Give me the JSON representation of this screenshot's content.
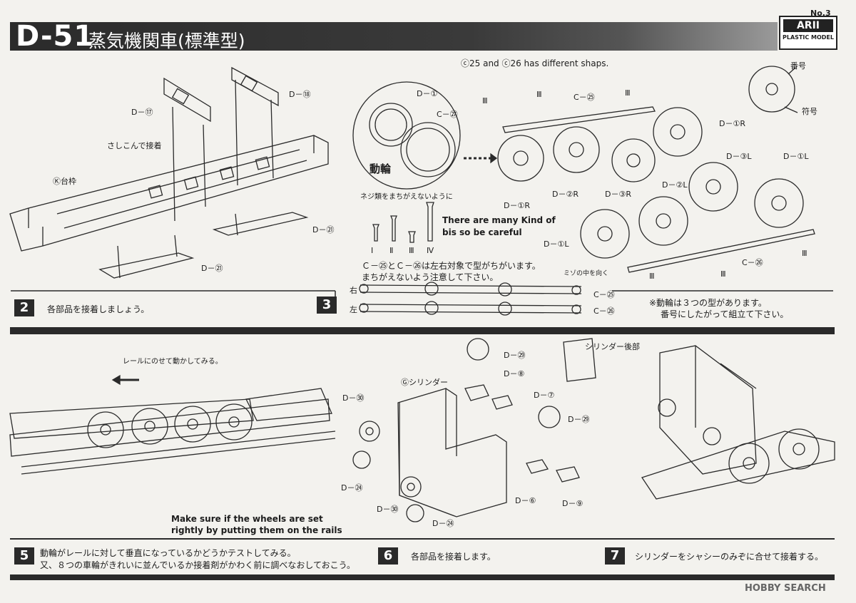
{
  "header": {
    "page_number": "No.3",
    "title_main": "D-51",
    "title_sub": "蒸気機関車(標準型)",
    "brand_top": "ARII",
    "brand_bottom": "PLASTIC MODEL"
  },
  "section_top": {
    "note_diff": "ⓒ25 and ⓒ26 has different shaps.",
    "labels": {
      "d18": "D－⑱",
      "d17": "D－⑰",
      "sashikonde": "さしこんで接着",
      "daiwaku": "Ⓚ台枠",
      "d21a": "D－㉑",
      "d21b": "D－㉑",
      "d1": "D－①",
      "c27": "C－㉗",
      "dorin": "動輪",
      "neji": "ネジ類をまちがえないように",
      "d1r_a": "D－①R",
      "d2r": "D－②R",
      "d3r": "D－③R",
      "d1r_b": "D－①R",
      "d3l": "D－③L",
      "d2l": "D－②L",
      "d1l_a": "D－①L",
      "d1l_b": "D－①L",
      "c25": "C－㉕",
      "c26": "C－㉖",
      "iii_a": "Ⅲ",
      "iii_b": "Ⅲ",
      "iii_c": "Ⅲ",
      "iii_d": "Ⅲ",
      "iii_e": "Ⅲ",
      "iii_f": "Ⅲ",
      "screw_i": "Ⅰ",
      "screw_ii": "Ⅱ",
      "screw_iii": "Ⅲ",
      "screw_iv": "Ⅳ",
      "many_kind_1": "There are many Kind of",
      "many_kind_2": "bis so be careful",
      "bango": "番号",
      "fugo": "符号",
      "lr_note_1": "Ｃ－㉕とＣ－㉖は左右対象で型がちがいます。",
      "lr_note_2": "まちがえないよう注意して下さい。",
      "migi": "右",
      "hidari": "左",
      "mizo": "ミゾの中を向く",
      "c25_rod": "C－㉕",
      "c26_rod": "C－㉖"
    },
    "step2_num": "2",
    "step2_text": "各部品を接着しましょう。",
    "step3_num": "3",
    "step3_note_1": "※動輪は３つの型があります。",
    "step3_note_2": "番号にしたがって組立て下さい。"
  },
  "section_bottom": {
    "rail_caption": "レールにのせて動かしてみる。",
    "make_sure_1": "Make sure if the wheels are set",
    "make_sure_2": "rightly by putting them on the rails",
    "labels": {
      "d29a": "D－㉙",
      "d8": "D－⑧",
      "d7": "D－⑦",
      "cyl_rear": "シリンダー後部",
      "cylinder": "Ⓖシリンダー",
      "d30a": "D－㉚",
      "d29b": "D－㉙",
      "d24a": "D－㉔",
      "d30b": "D－㉚",
      "d24b": "D－㉔",
      "d6": "D－⑥",
      "d9": "D－⑨"
    },
    "step5_num": "5",
    "step5_text_1": "動輪がレールに対して垂直になっているかどうかテストしてみる。",
    "step5_text_2": "又、８つの車輪がきれいに並んでいるか接着剤がかわく前に調べなおしておこう。",
    "step6_num": "6",
    "step6_text": "各部品を接着します。",
    "step7_num": "7",
    "step7_text": "シリンダーをシャシーのみぞに合せて接着する。"
  },
  "watermark": "HOBBY SEARCH"
}
